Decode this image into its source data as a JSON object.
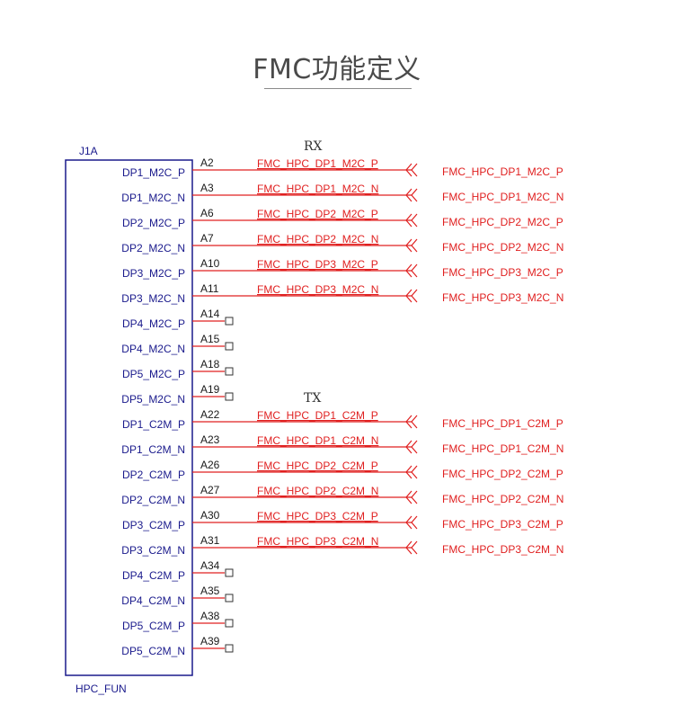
{
  "title": "FMC功能定义",
  "symbol": {
    "refdes": "J1A",
    "part": "HPC_FUN"
  },
  "sections": {
    "rx": "RX",
    "tx": "TX"
  },
  "colors": {
    "symbol_outline": "#1a1a8c",
    "pin_name": "#1a1a8c",
    "net_wire": "#e02020",
    "pin_number": "#1a1a1a"
  },
  "pins": [
    {
      "name": "DP1_M2C_P",
      "num": "A2",
      "net": "FMC_HPC_DP1_M2C_P",
      "port": "FMC_HPC_DP1_M2C_P"
    },
    {
      "name": "DP1_M2C_N",
      "num": "A3",
      "net": "FMC_HPC_DP1_M2C_N",
      "port": "FMC_HPC_DP1_M2C_N"
    },
    {
      "name": "DP2_M2C_P",
      "num": "A6",
      "net": "FMC_HPC_DP2_M2C_P",
      "port": "FMC_HPC_DP2_M2C_P"
    },
    {
      "name": "DP2_M2C_N",
      "num": "A7",
      "net": "FMC_HPC_DP2_M2C_N",
      "port": "FMC_HPC_DP2_M2C_N"
    },
    {
      "name": "DP3_M2C_P",
      "num": "A10",
      "net": "FMC_HPC_DP3_M2C_P",
      "port": "FMC_HPC_DP3_M2C_P"
    },
    {
      "name": "DP3_M2C_N",
      "num": "A11",
      "net": "FMC_HPC_DP3_M2C_N",
      "port": "FMC_HPC_DP3_M2C_N"
    },
    {
      "name": "DP4_M2C_P",
      "num": "A14",
      "net": "",
      "port": ""
    },
    {
      "name": "DP4_M2C_N",
      "num": "A15",
      "net": "",
      "port": ""
    },
    {
      "name": "DP5_M2C_P",
      "num": "A18",
      "net": "",
      "port": ""
    },
    {
      "name": "DP5_M2C_N",
      "num": "A19",
      "net": "",
      "port": ""
    },
    {
      "name": "DP1_C2M_P",
      "num": "A22",
      "net": "FMC_HPC_DP1_C2M_P",
      "port": "FMC_HPC_DP1_C2M_P"
    },
    {
      "name": "DP1_C2M_N",
      "num": "A23",
      "net": "FMC_HPC_DP1_C2M_N",
      "port": "FMC_HPC_DP1_C2M_N"
    },
    {
      "name": "DP2_C2M_P",
      "num": "A26",
      "net": "FMC_HPC_DP2_C2M_P",
      "port": "FMC_HPC_DP2_C2M_P"
    },
    {
      "name": "DP2_C2M_N",
      "num": "A27",
      "net": "FMC_HPC_DP2_C2M_N",
      "port": "FMC_HPC_DP2_C2M_N"
    },
    {
      "name": "DP3_C2M_P",
      "num": "A30",
      "net": "FMC_HPC_DP3_C2M_P",
      "port": "FMC_HPC_DP3_C2M_P"
    },
    {
      "name": "DP3_C2M_N",
      "num": "A31",
      "net": "FMC_HPC_DP3_C2M_N",
      "port": "FMC_HPC_DP3_C2M_N"
    },
    {
      "name": "DP4_C2M_P",
      "num": "A34",
      "net": "",
      "port": ""
    },
    {
      "name": "DP4_C2M_N",
      "num": "A35",
      "net": "",
      "port": ""
    },
    {
      "name": "DP5_C2M_P",
      "num": "A38",
      "net": "",
      "port": ""
    },
    {
      "name": "DP5_C2M_N",
      "num": "A39",
      "net": "",
      "port": ""
    }
  ]
}
